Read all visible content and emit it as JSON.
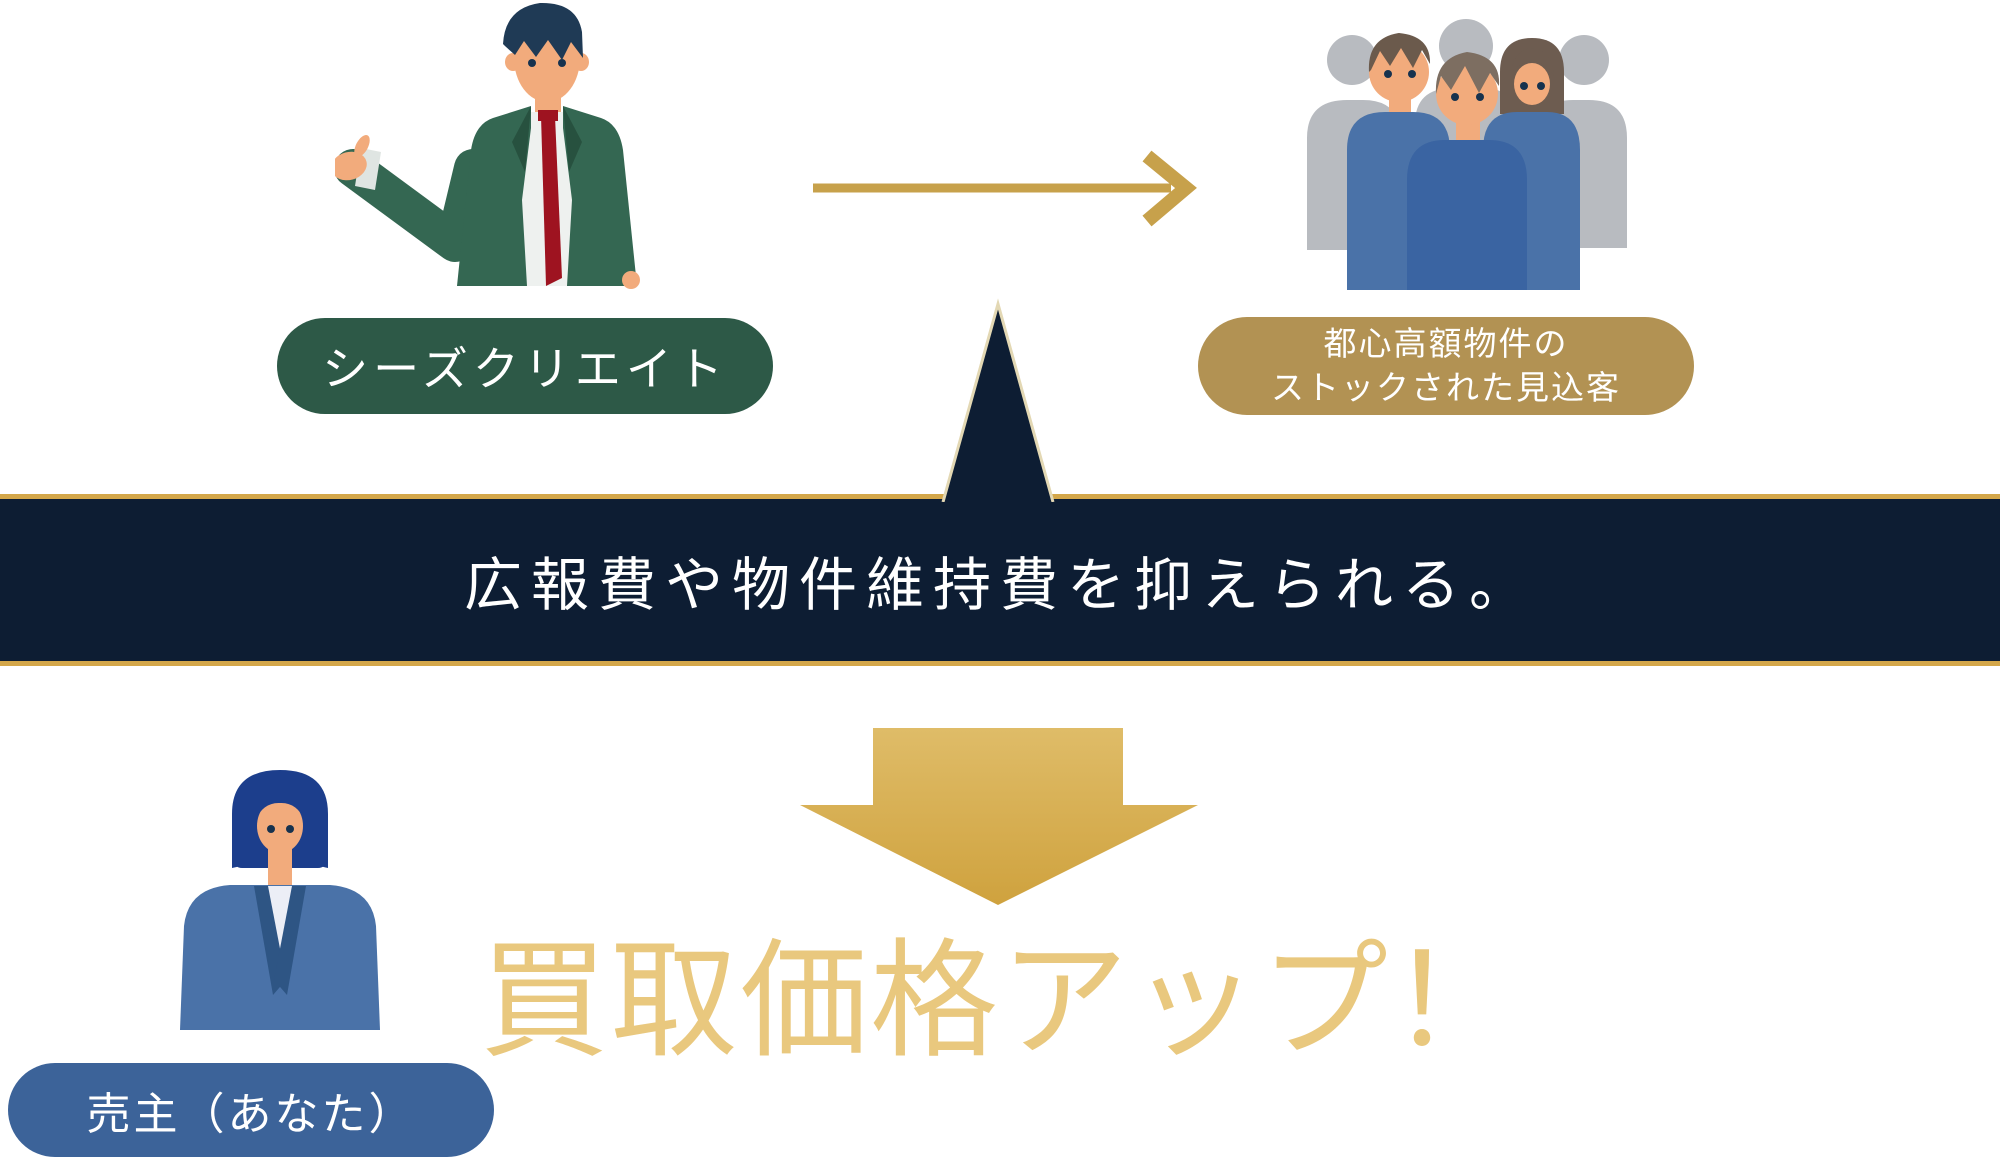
{
  "diagram": {
    "company_label": "シーズクリエイト",
    "prospects_label_line1": "都心高額物件の",
    "prospects_label_line2": "ストックされた見込客",
    "benefit_banner": "広報費や物件維持費を抑えられる。",
    "seller_label": "売主（あなた）",
    "result_message": "買取価格アップ！"
  },
  "icons": {
    "businessman": "businessman-illustration",
    "prospect_group": "prospect-group-illustration",
    "seller_woman": "seller-woman-illustration",
    "flow_arrow": "right-arrow-icon",
    "merge_triangle": "merge-up-triangle-icon",
    "down_arrow": "down-arrow-icon"
  },
  "colors": {
    "navy": "#0d1d33",
    "green": "#2d5947",
    "gold": "#b29253",
    "blue": "#3c6399",
    "gold-border": "#d4a74a",
    "gold-accent": "#c7a14b",
    "gold-text": "#e9c87e"
  }
}
